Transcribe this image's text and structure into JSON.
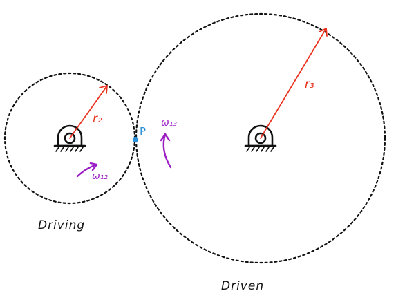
{
  "labels": {
    "r2": "r₂",
    "r3": "r₃",
    "omega12": "ω₁₂",
    "omega13": "ω₁₃",
    "point": "P",
    "driving": "Driving",
    "driven": "Driven"
  },
  "colors": {
    "radius": "#e8321e",
    "omega": "#9a1ec3",
    "contact_point": "#2a8fd6",
    "outline": "#111111"
  }
}
